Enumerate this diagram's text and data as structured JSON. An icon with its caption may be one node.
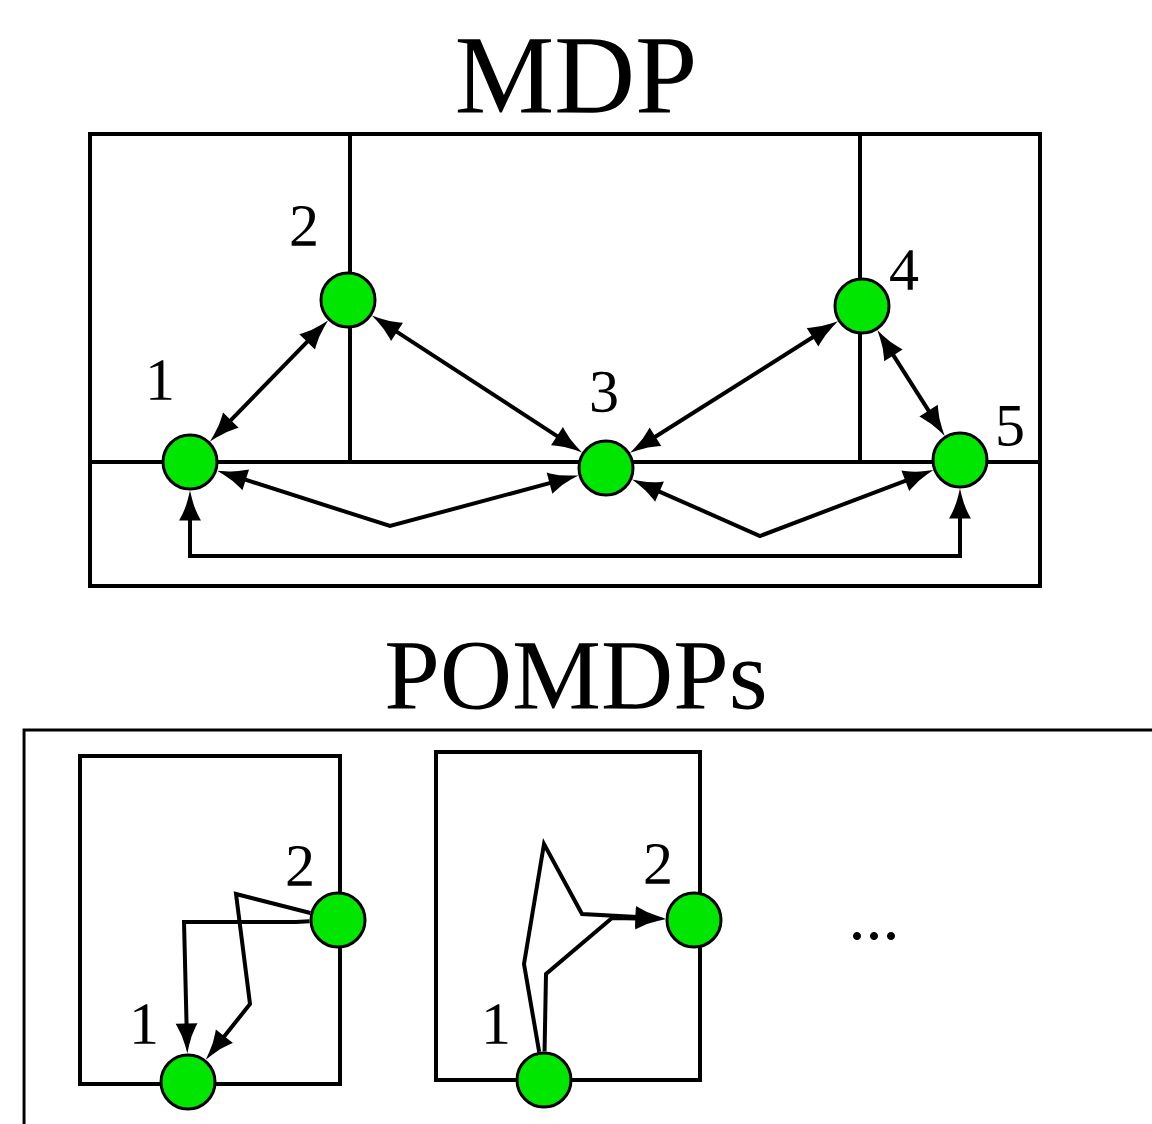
{
  "diagram": {
    "nodes": [
      {
        "text": [],
        "shape": "circle",
        "beside": [
          "1"
        ]
      },
      {
        "text": [],
        "shape": "circle",
        "beside": [
          "2"
        ]
      },
      {
        "text": [],
        "shape": "circle",
        "beside": [
          "3"
        ]
      },
      {
        "text": [],
        "shape": "circle",
        "beside": [
          "4"
        ]
      },
      {
        "text": [],
        "shape": "circle",
        "beside": [
          "5"
        ]
      },
      {
        "text": [],
        "shape": "circle",
        "beside": [
          "1"
        ]
      },
      {
        "text": [],
        "shape": "circle",
        "beside": [
          "2"
        ]
      },
      {
        "text": [],
        "shape": "circle",
        "beside": [
          "1"
        ]
      },
      {
        "text": [],
        "shape": "circle",
        "beside": [
          "2"
        ]
      }
    ],
    "edges": [
      {
        "from": 0,
        "to": 1,
        "arrow": "both"
      },
      {
        "from": 2,
        "to": 1,
        "arrow": "both"
      },
      {
        "from": 2,
        "to": 3,
        "arrow": "both"
      },
      {
        "from": 3,
        "to": 4,
        "arrow": "both"
      },
      {
        "from": 0,
        "to": 2,
        "arrow": "both"
      },
      {
        "from": 2,
        "to": 4,
        "arrow": "both"
      },
      {
        "from": 4,
        "to": 0,
        "arrow": "both"
      },
      {
        "from": 6,
        "to": 5,
        "arrow": "to"
      },
      {
        "from": 6,
        "to": 5,
        "arrow": "to"
      },
      {
        "from": 7,
        "to": 8,
        "arrow": "to"
      },
      {
        "from": 7,
        "to": 8,
        "arrow": "to"
      }
    ],
    "labels": [
      "MDP",
      "POMDPs",
      "..."
    ]
  }
}
